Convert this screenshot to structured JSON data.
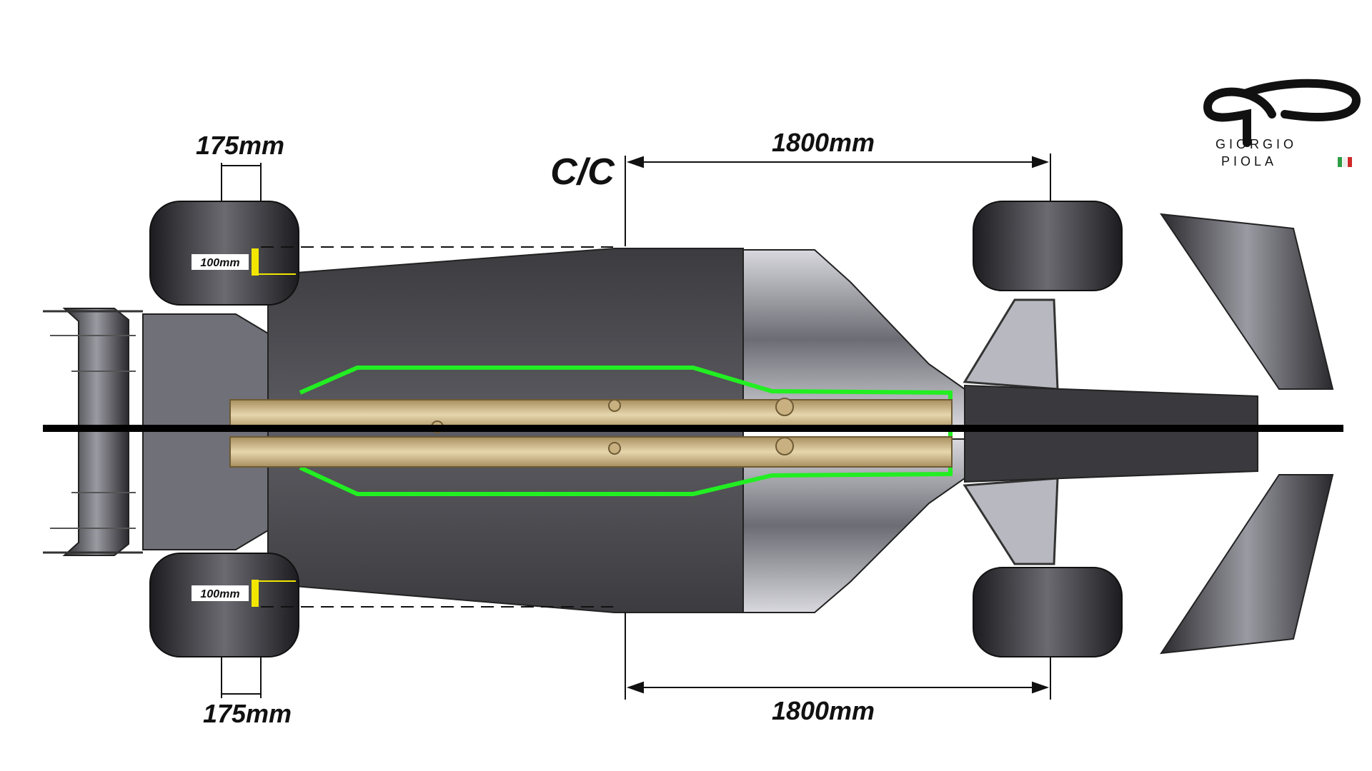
{
  "labels": {
    "front_track_top": "1800mm",
    "front_track_bottom": "1800mm",
    "rear_tyre_width_top": "175mm",
    "rear_tyre_width_bottom": "175mm",
    "rear_offset_top": "100mm",
    "rear_offset_bottom": "100mm",
    "centreline": "C/C"
  },
  "logo": {
    "line1": "GIORGIO",
    "line2": "PIOLA"
  },
  "colors": {
    "floor_outline": "#22ee22",
    "plank": "#c9b48a",
    "tyre": "#3a3a3f",
    "body": "#4a4a4e",
    "marker": "#f2e600",
    "flag_green": "#2e9e44",
    "flag_red": "#cf2a2a"
  }
}
